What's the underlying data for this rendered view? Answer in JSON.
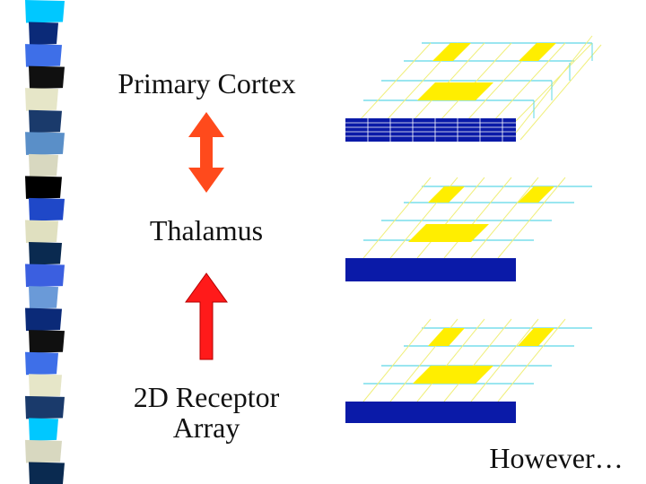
{
  "labels": {
    "cortex": "Primary Cortex",
    "thalamus": "Thalamus",
    "receptor": "2D Receptor Array",
    "however": "However…"
  },
  "colors": {
    "double_arrow": "#ff4a1c",
    "up_arrow": "#ff1a1a",
    "grid_line": "#5ed8e6",
    "stripe_patch": "#ffee00",
    "base_bar": "#0a1aa8"
  },
  "stripe_colors": [
    "#00c8ff",
    "#0b2a78",
    "#3e6fe8",
    "#101010",
    "#e6e6c8",
    "#1a3a6b",
    "#5a8fc8",
    "#d8d8c0",
    "#000000",
    "#1f48c8",
    "#e0e0c0",
    "#0a2a50",
    "#3b5fe0",
    "#6a9ad8",
    "#0b2a78",
    "#101010",
    "#3e6fe8",
    "#e6e6c8",
    "#1a3a6b",
    "#00c8ff",
    "#d8d8c0",
    "#0a2a50"
  ]
}
